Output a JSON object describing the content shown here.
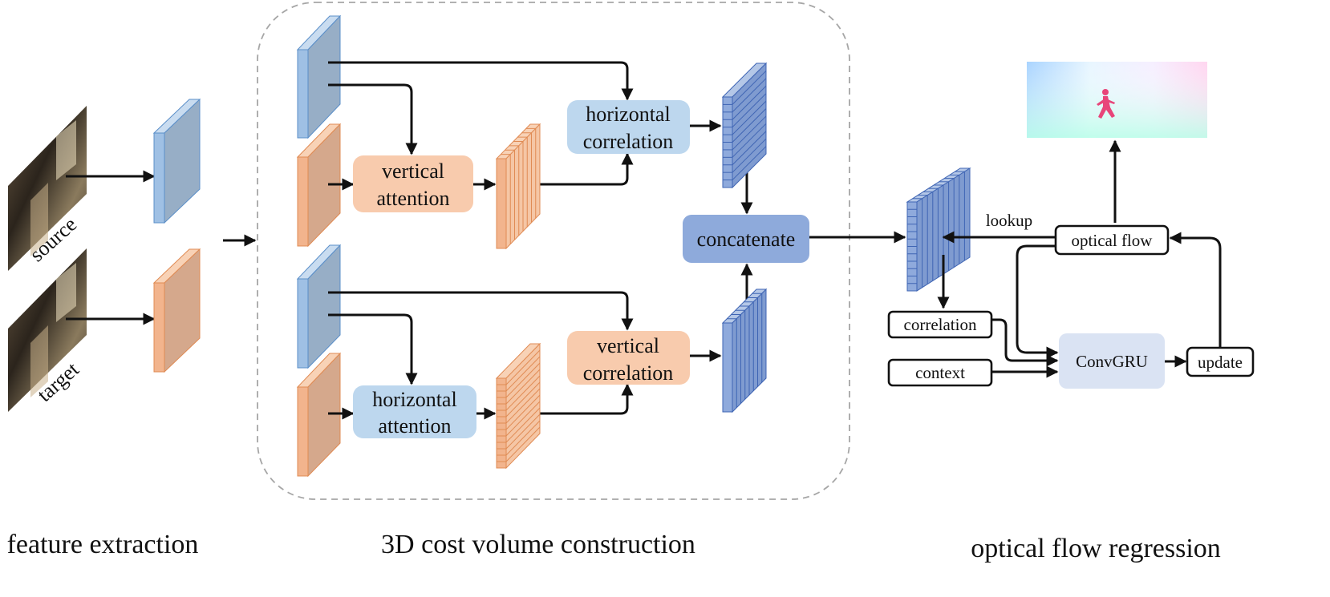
{
  "sections": {
    "feature_extraction": "feature extraction",
    "cost_volume": "3D cost volume construction",
    "regression": "optical flow regression"
  },
  "inputs": {
    "source": "source",
    "target": "target"
  },
  "nodes": {
    "vertical_attention": [
      "vertical",
      "attention"
    ],
    "horizontal_attention": [
      "horizontal",
      "attention"
    ],
    "horizontal_correlation": [
      "horizontal",
      "correlation"
    ],
    "vertical_correlation": [
      "vertical",
      "correlation"
    ],
    "concatenate": "concatenate",
    "correlation": "correlation",
    "context": "context",
    "convgru": "ConvGRU",
    "update": "update",
    "optical_flow": "optical flow",
    "lookup": "lookup"
  },
  "colors": {
    "blue_feature": "#b7d0ea",
    "orange_feature": "#f5c6a5",
    "blue_node": "#bdd7ee",
    "orange_node": "#f8cbad",
    "concat_node": "#8eaadb",
    "volume_blue": "#8faadc",
    "convgru_node": "#dae3f3"
  }
}
